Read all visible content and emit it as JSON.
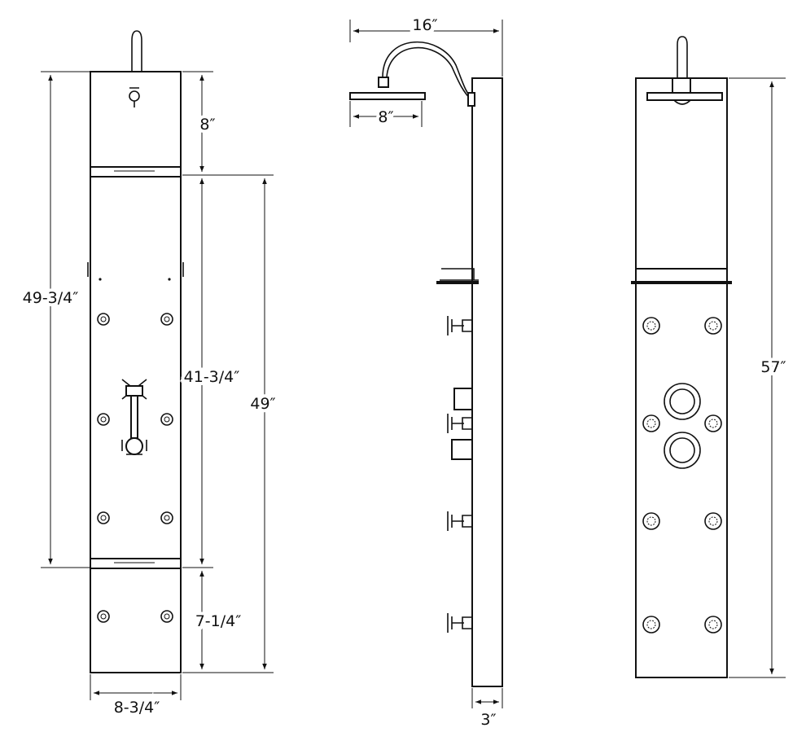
{
  "front_view": {
    "total_height_label": "49-3/4″",
    "top_section_label": "8″",
    "middle_section_label": "41-3/4″",
    "bottom_section_label": "7-1/4″",
    "lower_height_label": "49″",
    "width_label": "8-3/4″"
  },
  "side_view": {
    "arm_reach_label": "16″",
    "head_width_label": "8″",
    "depth_label": "3″"
  },
  "right_view": {
    "overall_height_label": "57″"
  }
}
